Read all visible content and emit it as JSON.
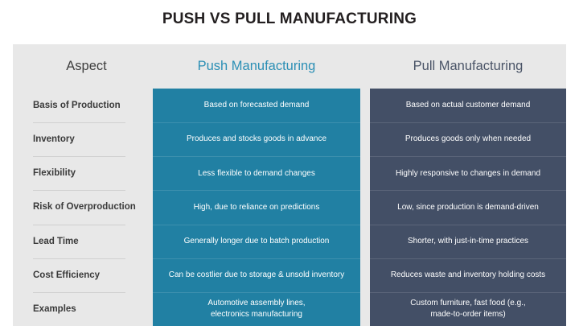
{
  "title": "PUSH VS PULL MANUFACTURING",
  "colors": {
    "push_accent": "#2180a3",
    "pull_accent": "#434f66",
    "push_header_text": "#2b8fb5",
    "pull_header_text": "#4a5467",
    "panel_background": "#e8e8e8",
    "title_text": "#231f20"
  },
  "headers": {
    "aspect": "Aspect",
    "push": "Push Manufacturing",
    "pull": "Pull Manufacturing"
  },
  "rows": [
    {
      "aspect": "Basis of Production",
      "push": "Based on forecasted demand",
      "pull": "Based on actual customer demand"
    },
    {
      "aspect": "Inventory",
      "push": "Produces and stocks goods in advance",
      "pull": "Produces goods only when needed"
    },
    {
      "aspect": "Flexibility",
      "push": "Less flexible to demand changes",
      "pull": "Highly responsive to changes in demand"
    },
    {
      "aspect": "Risk of Overproduction",
      "push": "High, due to reliance on predictions",
      "pull": "Low, since production is demand-driven"
    },
    {
      "aspect": "Lead Time",
      "push": "Generally longer due to batch production",
      "pull": "Shorter, with just-in-time practices"
    },
    {
      "aspect": "Cost Efficiency",
      "push": "Can be costlier due to storage & unsold inventory",
      "pull": "Reduces waste and inventory holding costs"
    },
    {
      "aspect": "Examples",
      "push": "Automotive assembly lines,\nelectronics manufacturing",
      "pull": "Custom furniture, fast food (e.g.,\nmade-to-order items)"
    }
  ]
}
